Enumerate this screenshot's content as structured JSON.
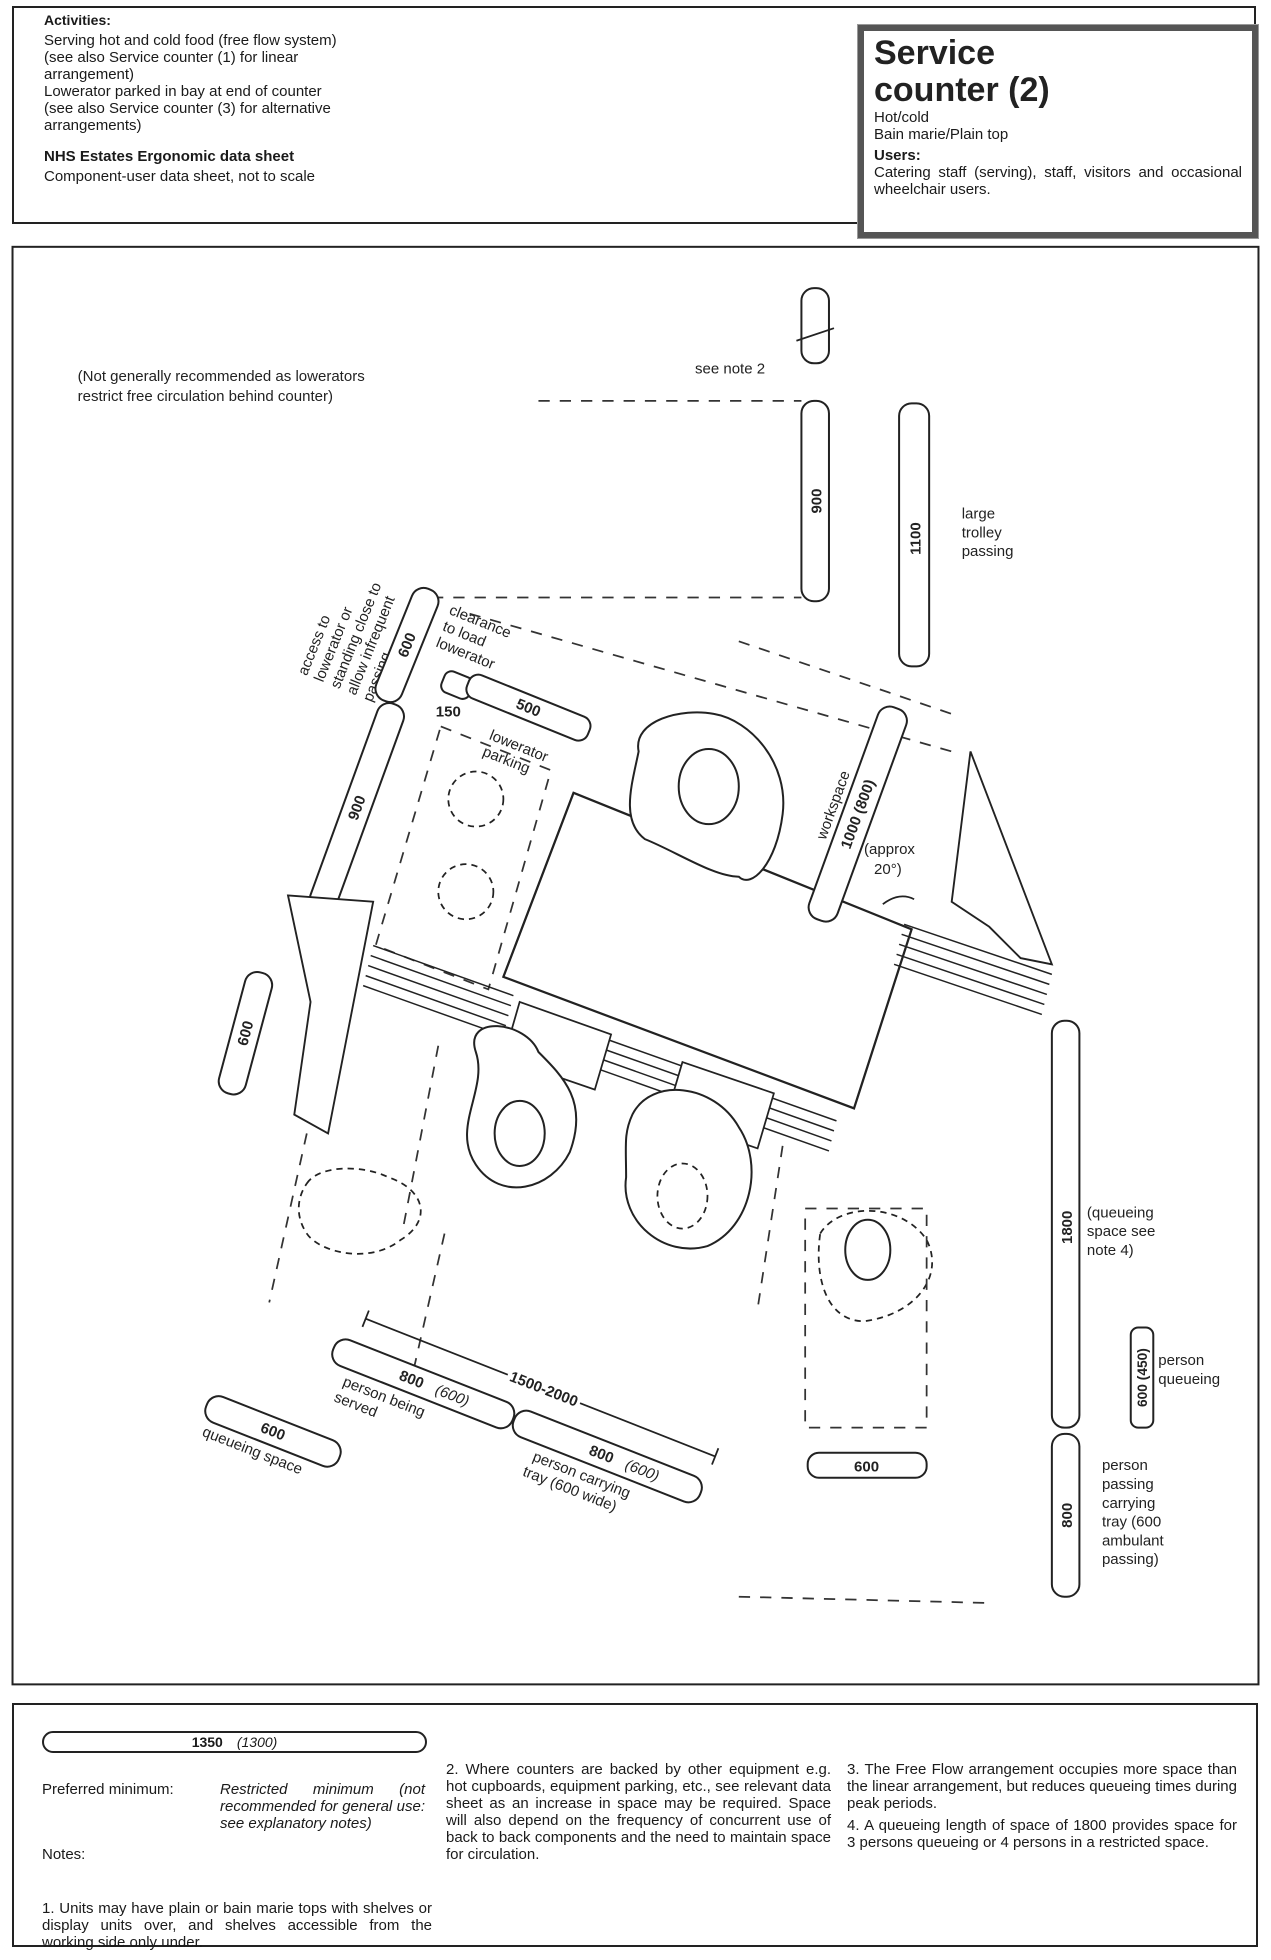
{
  "header": {
    "activities_heading": "Activities:",
    "activities_lines": [
      "Serving hot and cold food (free flow system)",
      "(see also Service counter (1) for linear",
      "arrangement)",
      "Lowerator parked in bay at end of counter",
      "(see also Service counter (3) for alternative",
      "arrangements)"
    ],
    "sheet_title": "NHS Estates Ergonomic data sheet",
    "sheet_subtitle": "Component-user data sheet, not to scale"
  },
  "title_box": {
    "title_line1": "Service",
    "title_line2": "counter (2)",
    "type1": "Hot/cold",
    "type2": "Bain marie/Plain top",
    "users_heading": "Users:",
    "users_text": "Catering staff (serving), staff, visitors and occasional wheelchair users."
  },
  "diagram": {
    "note_not_recommended": [
      "(Not generally recommended as lowerators",
      "restrict free circulation behind counter)"
    ],
    "see_note_2": "see note 2",
    "dim_900_top": "900",
    "dim_1100": "1100",
    "large_trolley": [
      "large",
      "trolley",
      "passing"
    ],
    "access_text": [
      "access to",
      "lowerator or",
      "standing close to",
      "allow infrequent",
      "passing"
    ],
    "dim_600_access": "600",
    "clearance_text": [
      "clearance",
      "to load",
      "lowerator"
    ],
    "dim_150": "150",
    "dim_500": "500",
    "lowerator_parking": [
      "lowerator",
      "parking"
    ],
    "dim_900_left": "900",
    "workspace": "workspace",
    "dim_workspace": "1000 (800)",
    "approx_angle": [
      "(approx",
      "20°)"
    ],
    "dim_600_left": "600",
    "dim_1800": "1800",
    "queueing_note": [
      "(queueing",
      "space see",
      "note 4)"
    ],
    "dim_person_queueing": "600 (450)",
    "person_queueing": [
      "person",
      "queueing"
    ],
    "dim_800_right": "800",
    "person_passing": [
      "person",
      "passing",
      "carrying",
      "tray (600",
      "ambulant",
      "passing)"
    ],
    "dim_600_bottom": "600",
    "dim_1500_2000": "1500-2000",
    "dim_800_served": "800",
    "dim_600_served": "(600)",
    "person_being_served": [
      "person being",
      "served"
    ],
    "dim_800_tray": "800",
    "dim_600_tray": "(600)",
    "person_carrying_tray": [
      "person carrying",
      "tray (600 wide)"
    ],
    "dim_600_queue": "600",
    "queueing_space": "queueing space"
  },
  "footer": {
    "dim_preferred": "1350",
    "dim_restricted": "(1300)",
    "preferred_label": "Preferred minimum:",
    "restricted_label": "Restricted minimum (not recommended for general use: see explanatory notes)",
    "notes_heading": "Notes:",
    "note1": "1. Units may have plain or bain marie tops with shelves or display units over, and shelves accessible from the working side only under.",
    "note2": "2. Where counters are backed by other equipment e.g. hot cupboards, equipment parking, etc., see relevant data sheet as an increase in space may be required. Space will also depend on the frequency of concurrent use of back to back components and the need to maintain space for circulation.",
    "note3": "3. The Free Flow arrangement occupies more space than the linear arrangement, but reduces queueing times during peak periods.",
    "note4": "4. A queueing length of space of 1800 provides space for 3 persons queueing or 4 persons in a restricted space."
  }
}
